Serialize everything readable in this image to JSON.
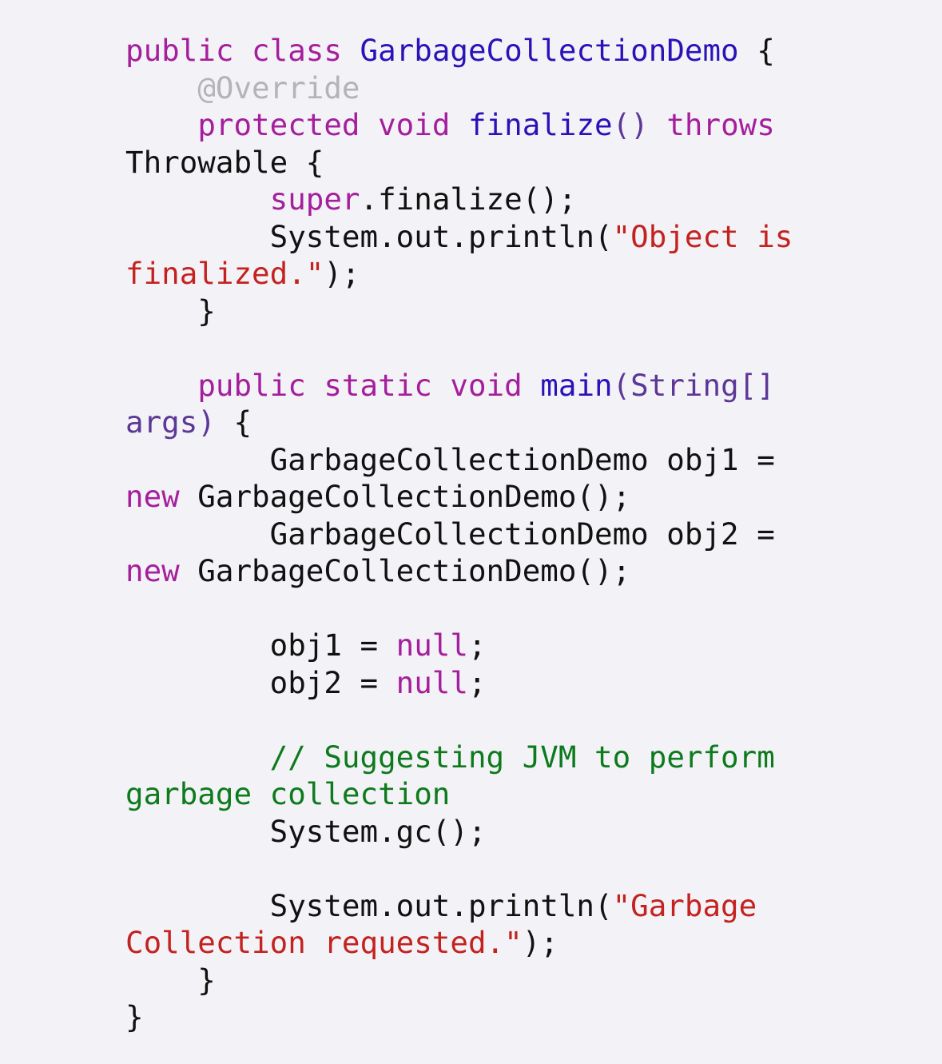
{
  "code": {
    "language": "Java",
    "colors": {
      "background": "#f2f2f7",
      "keyword": "#a51e9c",
      "type": "#2a12b8",
      "param": "#5c3796",
      "string": "#c4221f",
      "comment": "#0d7a1c",
      "annotation": "#b4b4b8",
      "plain": "#111111"
    },
    "lines": [
      [
        {
          "t": "public",
          "k": "kw"
        },
        {
          "t": " ",
          "k": "plain"
        },
        {
          "t": "class",
          "k": "kw"
        },
        {
          "t": " ",
          "k": "plain"
        },
        {
          "t": "GarbageCollectionDemo",
          "k": "type"
        },
        {
          "t": " {",
          "k": "plain"
        }
      ],
      [
        {
          "t": "    ",
          "k": "plain"
        },
        {
          "t": "@Override",
          "k": "ann"
        }
      ],
      [
        {
          "t": "    ",
          "k": "plain"
        },
        {
          "t": "protected",
          "k": "kw"
        },
        {
          "t": " ",
          "k": "plain"
        },
        {
          "t": "void",
          "k": "kw"
        },
        {
          "t": " ",
          "k": "plain"
        },
        {
          "t": "finalize",
          "k": "type"
        },
        {
          "t": "()",
          "k": "param"
        },
        {
          "t": " ",
          "k": "plain"
        },
        {
          "t": "throws",
          "k": "kw"
        }
      ],
      [
        {
          "t": "Throwable {",
          "k": "plain"
        }
      ],
      [
        {
          "t": "        ",
          "k": "plain"
        },
        {
          "t": "super",
          "k": "kw"
        },
        {
          "t": ".finalize();",
          "k": "plain"
        }
      ],
      [
        {
          "t": "        System.out.println(",
          "k": "plain"
        },
        {
          "t": "\"Object is",
          "k": "str"
        }
      ],
      [
        {
          "t": "finalized.\"",
          "k": "str"
        },
        {
          "t": ");",
          "k": "plain"
        }
      ],
      [
        {
          "t": "    }",
          "k": "plain"
        }
      ],
      [],
      [
        {
          "t": "    ",
          "k": "plain"
        },
        {
          "t": "public",
          "k": "kw"
        },
        {
          "t": " ",
          "k": "plain"
        },
        {
          "t": "static",
          "k": "kw"
        },
        {
          "t": " ",
          "k": "plain"
        },
        {
          "t": "void",
          "k": "kw"
        },
        {
          "t": " ",
          "k": "plain"
        },
        {
          "t": "main",
          "k": "type"
        },
        {
          "t": "(String[]",
          "k": "param"
        }
      ],
      [
        {
          "t": "args)",
          "k": "param"
        },
        {
          "t": " {",
          "k": "plain"
        }
      ],
      [
        {
          "t": "        GarbageCollectionDemo obj1 =",
          "k": "plain"
        }
      ],
      [
        {
          "t": "new",
          "k": "kw"
        },
        {
          "t": " GarbageCollectionDemo();",
          "k": "plain"
        }
      ],
      [
        {
          "t": "        GarbageCollectionDemo obj2 =",
          "k": "plain"
        }
      ],
      [
        {
          "t": "new",
          "k": "kw"
        },
        {
          "t": " GarbageCollectionDemo();",
          "k": "plain"
        }
      ],
      [],
      [
        {
          "t": "        obj1 = ",
          "k": "plain"
        },
        {
          "t": "null",
          "k": "kw"
        },
        {
          "t": ";",
          "k": "plain"
        }
      ],
      [
        {
          "t": "        obj2 = ",
          "k": "plain"
        },
        {
          "t": "null",
          "k": "kw"
        },
        {
          "t": ";",
          "k": "plain"
        }
      ],
      [],
      [
        {
          "t": "        ",
          "k": "plain"
        },
        {
          "t": "// Suggesting JVM to perform",
          "k": "cmt"
        }
      ],
      [
        {
          "t": "garbage collection",
          "k": "cmt"
        }
      ],
      [
        {
          "t": "        System.gc();",
          "k": "plain"
        }
      ],
      [],
      [
        {
          "t": "        System.out.println(",
          "k": "plain"
        },
        {
          "t": "\"Garbage",
          "k": "str"
        }
      ],
      [
        {
          "t": "Collection requested.\"",
          "k": "str"
        },
        {
          "t": ");",
          "k": "plain"
        }
      ],
      [
        {
          "t": "    }",
          "k": "plain"
        }
      ],
      [
        {
          "t": "}",
          "k": "plain"
        }
      ]
    ]
  }
}
